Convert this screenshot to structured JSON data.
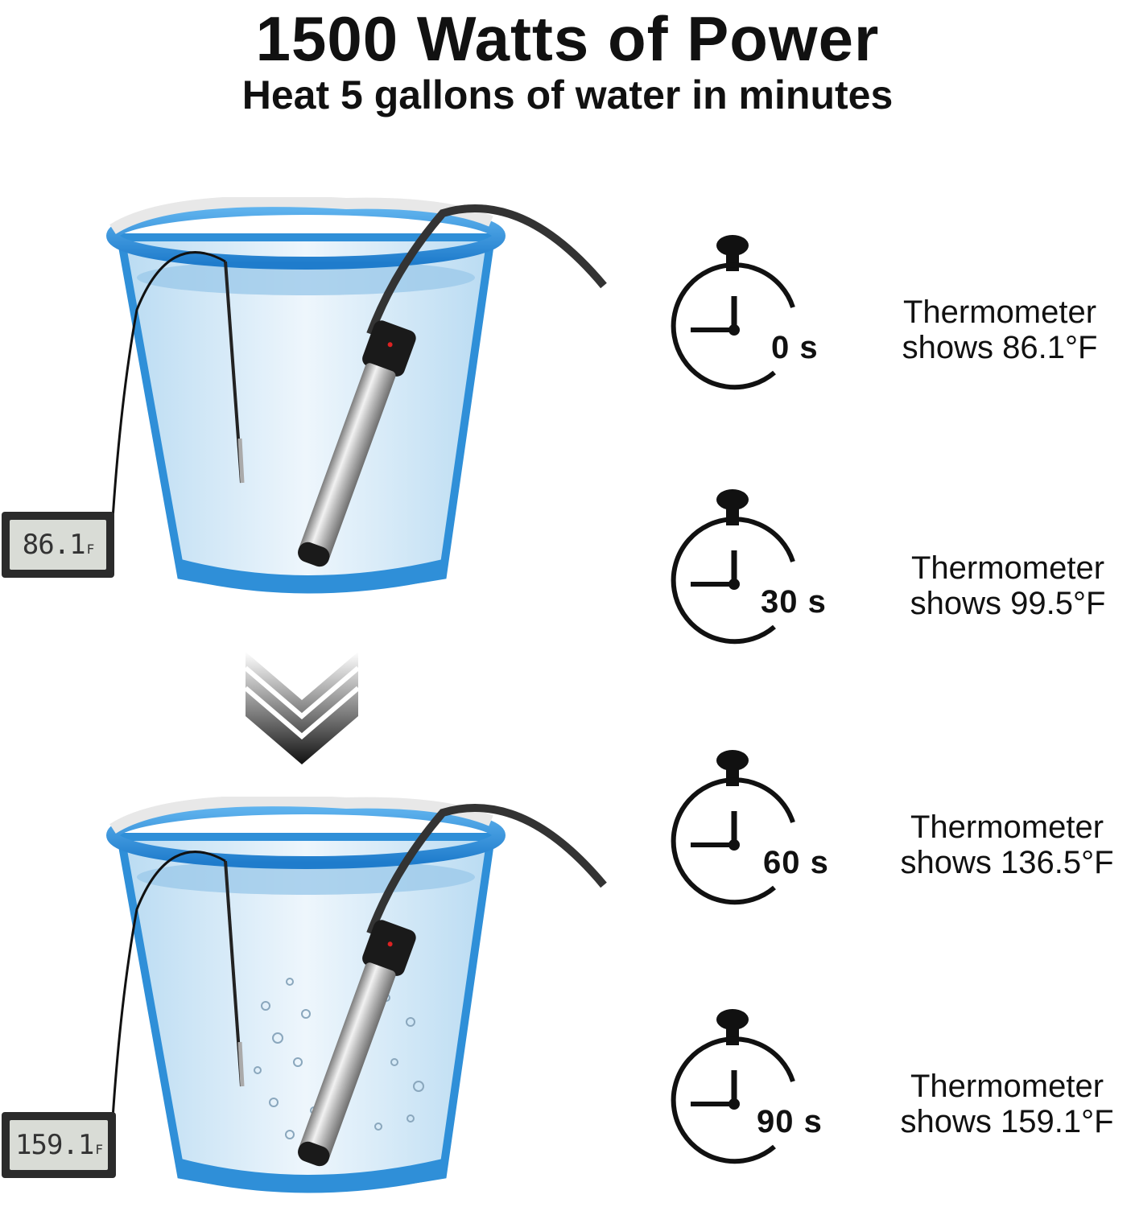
{
  "header": {
    "title": "1500 Watts of Power",
    "subtitle": "Heat 5 gallons of water in minutes"
  },
  "buckets": [
    {
      "reading": "86.1",
      "unit": "F"
    },
    {
      "reading": "159.1",
      "unit": "F"
    }
  ],
  "timers": [
    {
      "time": "0 s",
      "line1": "Thermometer",
      "line2": "shows 86.1°F"
    },
    {
      "time": "30 s",
      "line1": "Thermometer",
      "line2": "shows 99.5°F"
    },
    {
      "time": "60 s",
      "line1": "Thermometer",
      "line2": "shows 136.5°F"
    },
    {
      "time": "90 s",
      "line1": "Thermometer",
      "line2": "shows 159.1°F"
    }
  ],
  "colors": {
    "bucket_blue": "#2f8fd8",
    "water": "#d4e8f5",
    "text": "#111111"
  }
}
